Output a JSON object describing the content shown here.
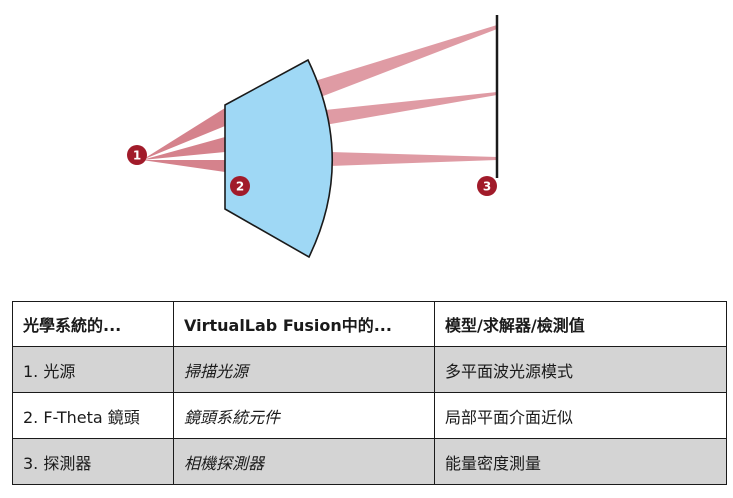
{
  "diagram": {
    "markers": [
      "1",
      "2",
      "3"
    ],
    "colors": {
      "beam": "#d7848f",
      "beam_dark": "#b0303f",
      "lens_fill": "#9fd8f5",
      "lens_stroke": "#1a1a1a",
      "marker": "#a11b2a",
      "detector": "#1a1a1a"
    }
  },
  "table": {
    "header": [
      "光學系統的...",
      "VirtualLab Fusion中的...",
      "模型/求解器/檢測值"
    ],
    "rows": [
      [
        "1. 光源",
        "掃描光源",
        "多平面波光源模式"
      ],
      [
        "2. F-Theta 鏡頭",
        "鏡頭系統元件",
        "局部平面介面近似"
      ],
      [
        "3. 探測器",
        "相機探測器",
        "能量密度測量"
      ]
    ]
  }
}
